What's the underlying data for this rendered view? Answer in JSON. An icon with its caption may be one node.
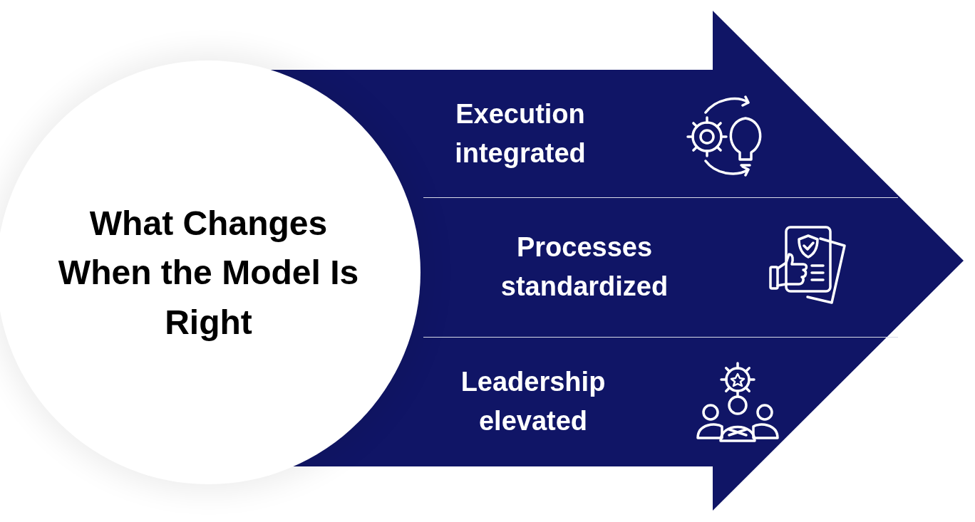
{
  "diagram": {
    "nodes": [
      {
        "text": [
          "What Changes When the Model Is Right"
        ]
      },
      {
        "text": [],
        "shape": "arrow"
      },
      {
        "text": [
          "Execution integrated"
        ],
        "in": 1
      },
      {
        "text": [
          "Processes standardized"
        ],
        "in": 1
      },
      {
        "text": [
          "Leadership elevated"
        ],
        "in": 1
      }
    ],
    "edges": []
  }
}
